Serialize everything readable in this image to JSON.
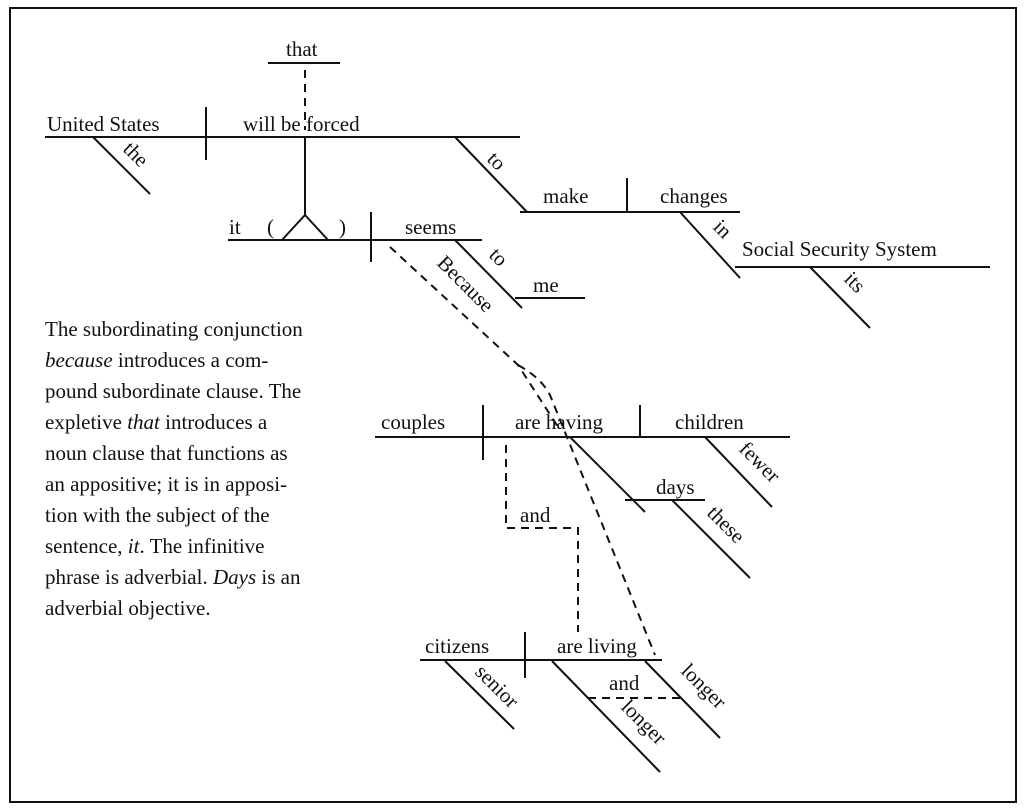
{
  "diagram": {
    "words": {
      "that": "that",
      "united_states": "United States",
      "will_be_forced": "will be forced",
      "the": "the",
      "to_inf": "to",
      "make": "make",
      "changes": "changes",
      "in": "in",
      "social_security_system": "Social Security System",
      "its": "its",
      "it": "it",
      "paren_open": "(",
      "paren_close": ")",
      "seems": "seems",
      "to_prep": "to",
      "me": "me",
      "because": "Because",
      "couples": "couples",
      "are_having": "are having",
      "children": "children",
      "fewer": "fewer",
      "days": "days",
      "these": "these",
      "and_clause": "and",
      "citizens": "citizens",
      "are_living": "are living",
      "senior": "senior",
      "and_adverb": "and",
      "longer_1": "longer",
      "longer_2": "longer"
    }
  },
  "caption": {
    "lines": [
      "The subordinating conjunction",
      "because introduces a com-",
      "pound subordinate clause. The",
      "expletive that introduces a",
      "noun clause that functions as",
      "an appositive; it is in apposi-",
      "tion with the subject of the",
      "sentence, it. The infinitive",
      "phrase is adverbial. Days is an",
      "adverbial objective."
    ]
  }
}
